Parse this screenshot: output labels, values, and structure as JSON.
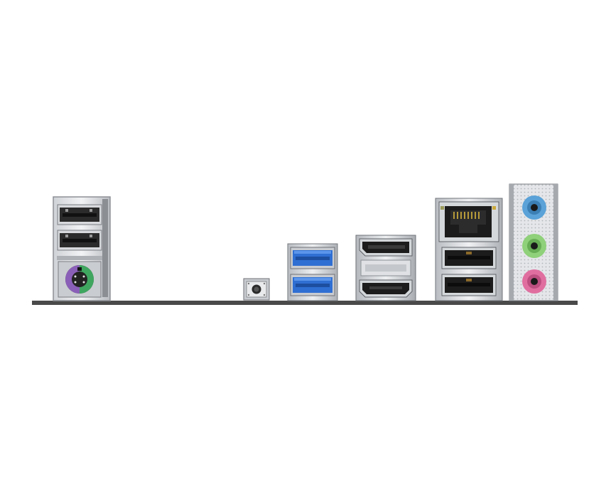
{
  "scene": {
    "subject": "motherboard-rear-io-panel",
    "background_color": "#ffffff",
    "pcb_edge_color": "#4a4a4a"
  },
  "ports": [
    {
      "name": "usb-2-port-top",
      "type": "USB 2.0",
      "color": "#2b2b2b"
    },
    {
      "name": "usb-2-port-bottom",
      "type": "USB 2.0",
      "color": "#2b2b2b"
    },
    {
      "name": "ps2-combo-port",
      "type": "PS/2",
      "color_left": "#8a5fb8",
      "color_right": "#3fa660"
    },
    {
      "name": "bios-flashback-button",
      "type": "button",
      "color": "#2b2b2b"
    },
    {
      "name": "usb-3-port-top",
      "type": "USB 3.0",
      "color": "#2f6fd3"
    },
    {
      "name": "usb-3-port-bottom",
      "type": "USB 3.0",
      "color": "#2f6fd3"
    },
    {
      "name": "displayport",
      "type": "DisplayPort",
      "color": "#1c1c1c"
    },
    {
      "name": "hdmi-port",
      "type": "HDMI",
      "color": "#1c1c1c"
    },
    {
      "name": "rj45-lan-port",
      "type": "LAN",
      "color": "#1c1c1c"
    },
    {
      "name": "usb-port-lan-stack-top",
      "type": "USB",
      "color": "#1c1c1c"
    },
    {
      "name": "usb-port-lan-stack-bottom",
      "type": "USB",
      "color": "#1c1c1c"
    },
    {
      "name": "audio-line-in-jack",
      "type": "audio",
      "color": "#5aa2d8"
    },
    {
      "name": "audio-line-out-jack",
      "type": "audio",
      "color": "#8fd07a"
    },
    {
      "name": "audio-mic-jack",
      "type": "audio",
      "color": "#e06fa0"
    }
  ]
}
